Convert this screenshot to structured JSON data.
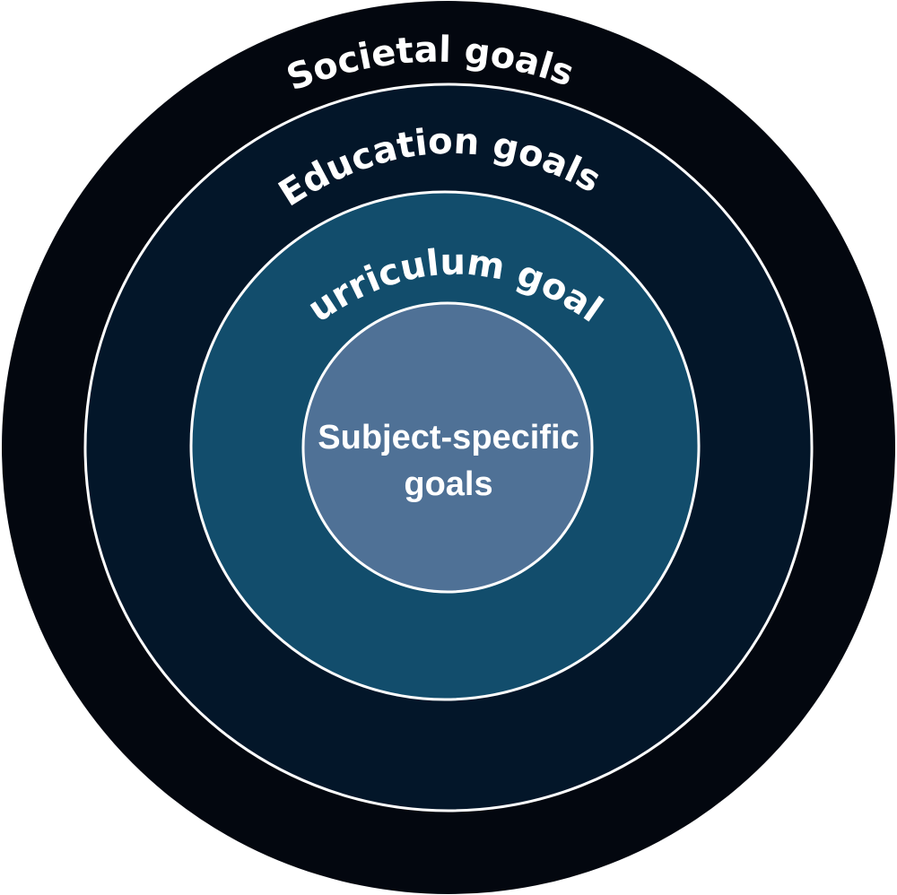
{
  "rings": [
    {
      "id": "societal",
      "label": "Societal goals",
      "fill": "#03070f"
    },
    {
      "id": "education",
      "label": "Education goals",
      "fill": "#031629"
    },
    {
      "id": "curriculum",
      "label": "Curriculum goals",
      "fill": "#124d6c"
    },
    {
      "id": "subject",
      "label_line1": "Subject-specific",
      "label_line2": "goals",
      "fill": "#4f7196"
    }
  ],
  "colors": {
    "divider": "#ffffff",
    "text": "#ffffff"
  }
}
